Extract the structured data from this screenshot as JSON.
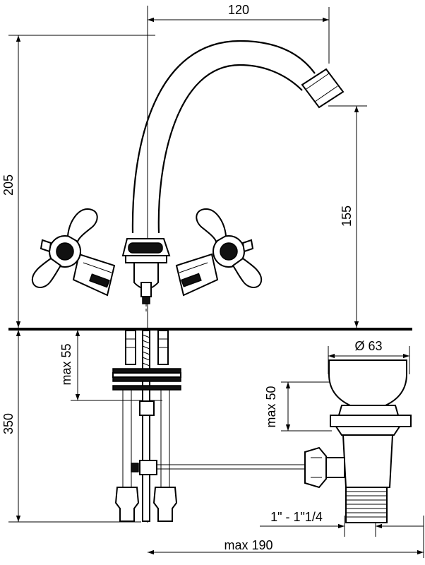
{
  "dimensions": {
    "spout_reach": "120",
    "total_height": "205",
    "spout_height": "155",
    "below_counter": "350",
    "max_thickness": "max 55",
    "waste_diameter": "Ø 63",
    "waste_max": "max 50",
    "thread": "1\" - 1\"1/4",
    "max_length": "max 190"
  },
  "colors": {
    "line": "#000000",
    "background": "#ffffff"
  }
}
